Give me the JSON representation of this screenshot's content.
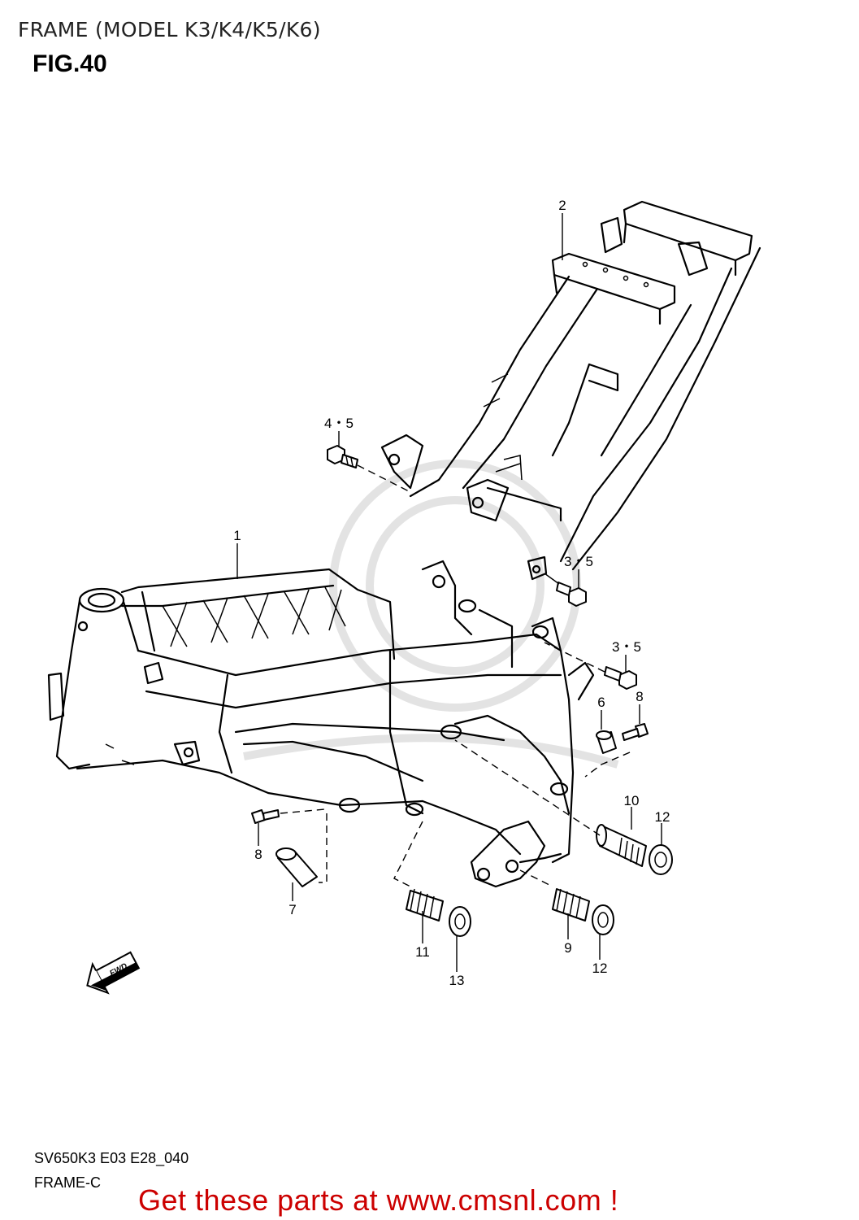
{
  "header": {
    "title": "FRAME (MODEL K3/K4/K5/K6)",
    "figure": "FIG.40"
  },
  "callouts": {
    "frame_main": "1",
    "seat_rail": "2",
    "bolt_upper_left": "4・5",
    "bolt_rail_lower": "3・5",
    "bolt_rear_mount": "3・5",
    "collar_6": "6",
    "bolt_8_right": "8",
    "bolt_8_left": "8",
    "spacer_7": "7",
    "adjuster_10": "10",
    "nut_12_upper": "12",
    "adjuster_11": "11",
    "nut_13": "13",
    "adjuster_9": "9",
    "nut_12_lower": "12"
  },
  "fwd_arrow": {
    "label": "FWD",
    "icon": "forward-arrow-icon"
  },
  "footer": {
    "code": "SV650K3 E03 E28_040",
    "section": "FRAME-C"
  },
  "promo": {
    "text": "Get these parts at www.cmsnl.com !",
    "color": "#cc0000"
  }
}
